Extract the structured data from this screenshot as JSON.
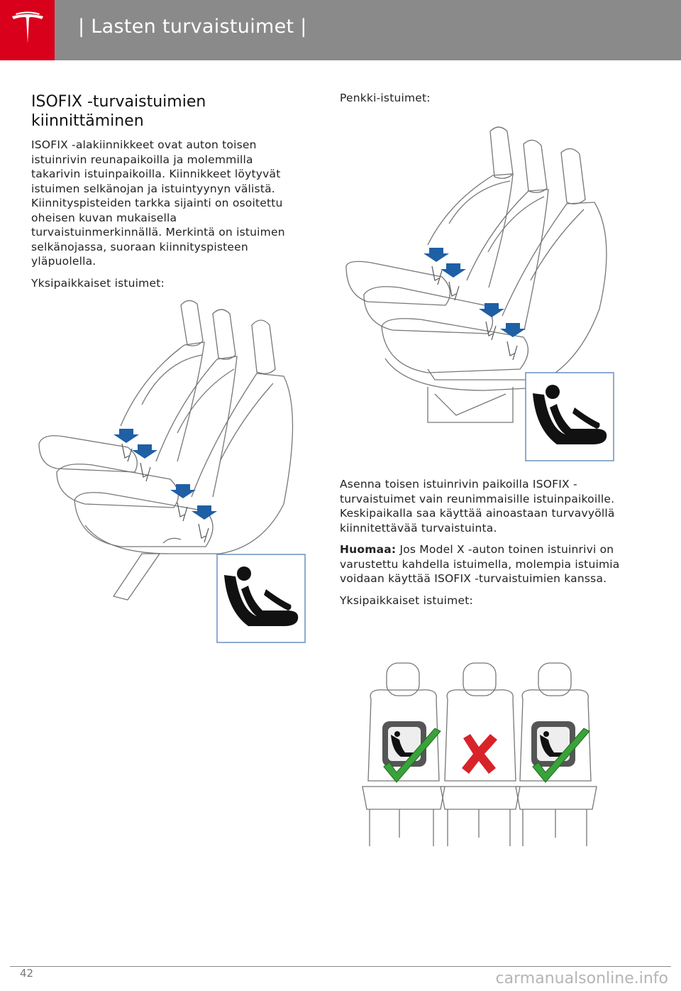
{
  "header": {
    "title": "| Lasten turvaistuimet |"
  },
  "left": {
    "heading": "ISOFIX -turvaistuimien kiinnittäminen",
    "intro": "ISOFIX -alakiinnikkeet ovat auton toisen istuinrivin reunapaikoilla ja molemmilla takarivin istuinpaikoilla. Kiinnikkeet löytyvät istuimen selkänojan ja istuintyynyn välistä. Kiinnityspisteiden tarkka sijainti on osoitettu oheisen kuvan mukaisella turvaistuinmerkinnällä. Merkintä on istuimen selkänojassa, suoraan kiinnityspisteen yläpuolella.",
    "single_seats_label": "Yksipaikkaiset istuimet:"
  },
  "right": {
    "bench_label": "Penkki-istuimet:",
    "install_text": "Asenna toisen istuinrivin paikoilla ISOFIX -turvaistuimet vain reunimmaisille istuinpaikoille. Keskipaikalla saa käyttää ainoastaan turvavyöllä kiinnitettävää turvaistuinta.",
    "note_label": "Huomaa:",
    "note_text": " Jos Model X -auton toinen istuinrivi on varustettu kahdella istuimella, molempia istuimia voidaan käyttää ISOFIX -turvaistuimien kanssa.",
    "single_seats_label": "Yksipaikkaiset istuimet:"
  },
  "colors": {
    "brand_red": "#d9001b",
    "header_gray": "#8a8a8a",
    "arrow_blue": "#1f5fa5",
    "check_green": "#3aa23a",
    "cross_red": "#d8232a"
  },
  "footer": {
    "page_number": "42",
    "watermark": "carmanualsonline.info"
  }
}
